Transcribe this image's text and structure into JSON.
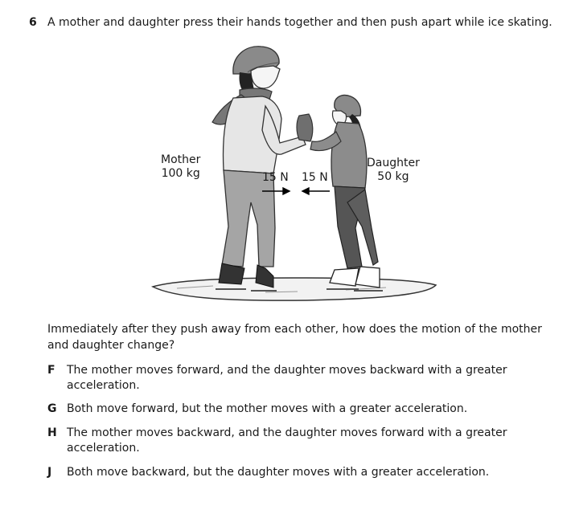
{
  "question": {
    "number": "6",
    "text": "A mother and daughter press their hands together and then push apart while ice skating."
  },
  "figure": {
    "mother_label_line1": "Mother",
    "mother_label_line2": "100 kg",
    "daughter_label_line1": "Daughter",
    "daughter_label_line2": "50 kg",
    "force_left": "15 N",
    "force_right": "15 N"
  },
  "prompt": "Immediately after they push away from each other, how does the motion of the mother and daughter change?",
  "choices": [
    {
      "letter": "F",
      "text": "The mother moves forward, and the daughter moves backward with a greater acceleration."
    },
    {
      "letter": "G",
      "text": "Both move forward, but the mother moves with a greater acceleration."
    },
    {
      "letter": "H",
      "text": "The mother moves backward, and the daughter moves forward with a greater acceleration."
    },
    {
      "letter": "J",
      "text": "Both move backward, but the daughter moves with a greater acceleration."
    }
  ]
}
